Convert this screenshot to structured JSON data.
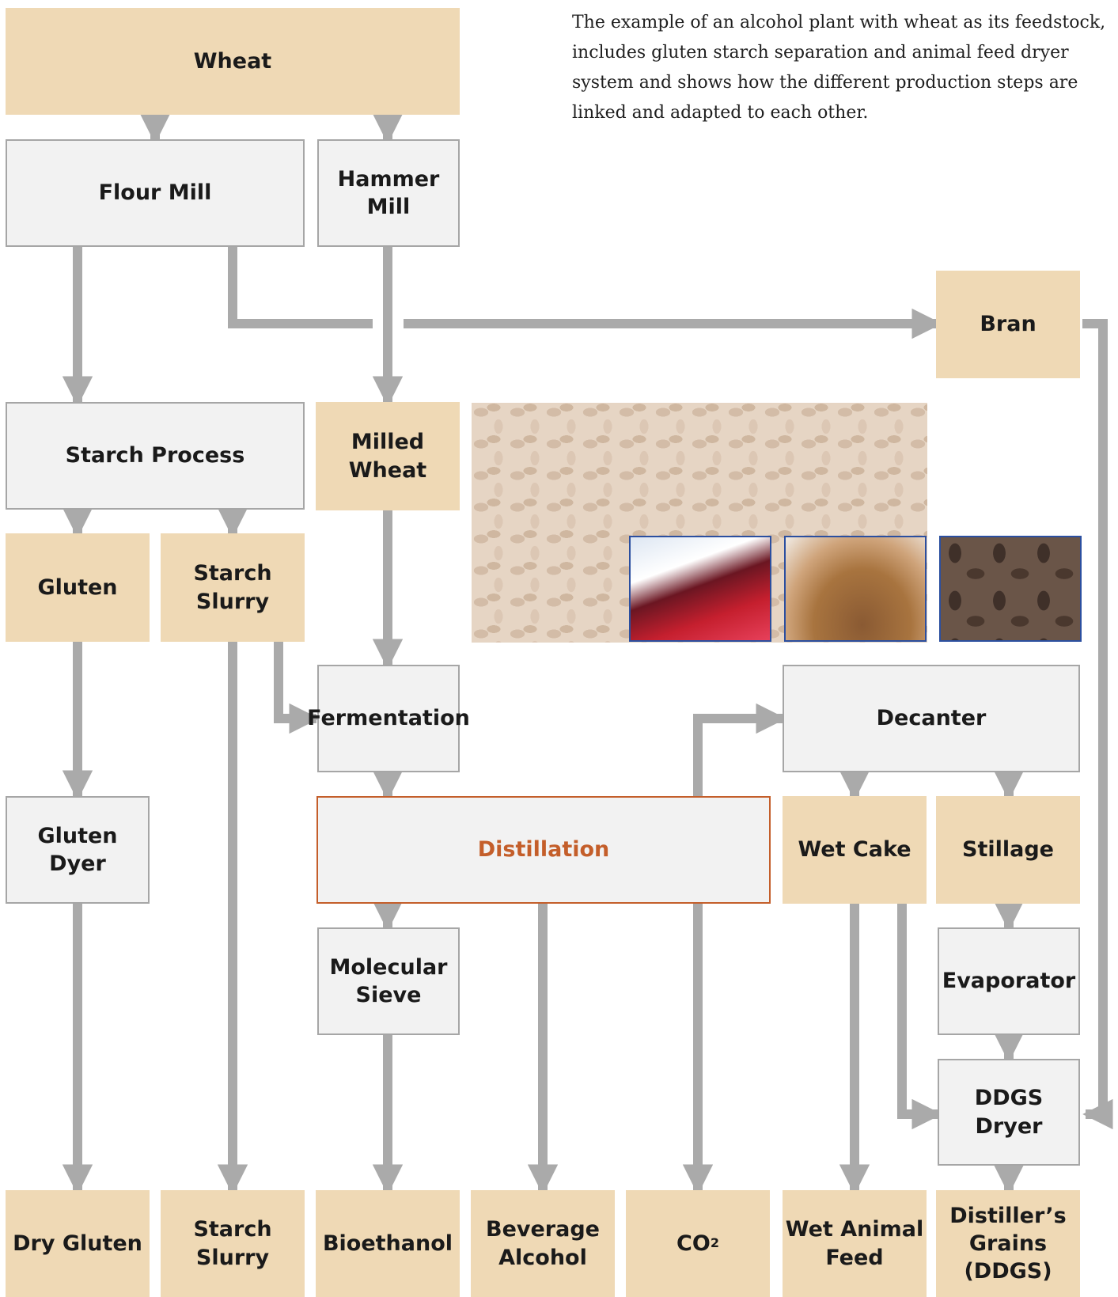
{
  "intro": "The example of an alcohol plant with wheat as its feedstock, includes gluten starch separation and animal feed dryer system and shows how the different production steps are linked and adapted to each other.",
  "colors": {
    "arrow": "#aaaaaa",
    "tan": "#efd9b5",
    "process": "#f2f2f2",
    "highlight": "#c45e2a"
  },
  "nodes": {
    "wheat": "Wheat",
    "flour_mill": "Flour Mill",
    "hammer_mill": "Hammer\nMill",
    "bran": "Bran",
    "starch_process": "Starch Process",
    "milled_wheat": "Milled\nWheat",
    "gluten": "Gluten",
    "starch_slurry": "Starch\nSlurry",
    "fermentation": "Fermentation",
    "decanter": "Decanter",
    "gluten_dyer": "Gluten\nDyer",
    "distillation": "Distillation",
    "wet_cake": "Wet Cake",
    "stillage": "Stillage",
    "molecular_sieve": "Molecular\nSieve",
    "evaporator": "Evaporator",
    "ddgs_dryer": "DDGS Dryer",
    "dry_gluten": "Dry Gluten",
    "starch_slurry_out": "Starch Slurry",
    "bioethanol": "Bioethanol",
    "beverage_alcohol": "Beverage\nAlcohol",
    "co2_main": "CO",
    "co2_sub": "2",
    "wet_animal_feed": "Wet Animal\nFeed",
    "ddgs": "Distiller’s\nGrains (DDGS)"
  }
}
